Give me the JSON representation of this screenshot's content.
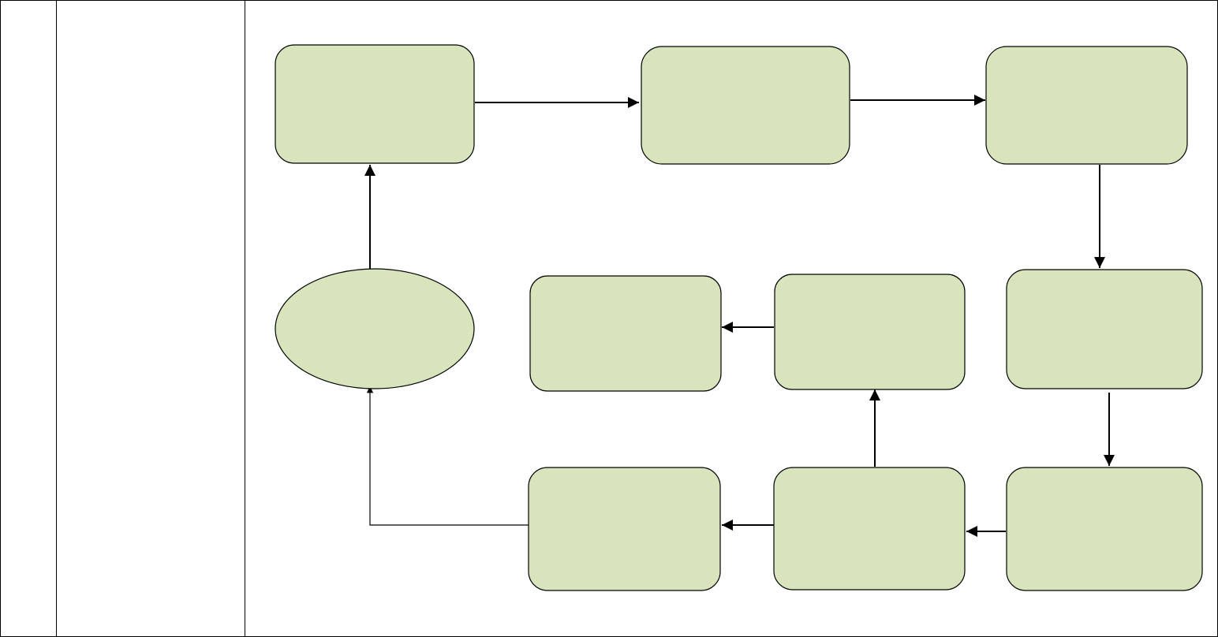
{
  "table": {
    "columns": [
      {
        "id": "col-1",
        "text": ""
      },
      {
        "id": "col-2",
        "text": ""
      },
      {
        "id": "col-3",
        "text": ""
      }
    ]
  },
  "diagram": {
    "type": "flowchart",
    "node_fill": "#d8e4bc",
    "node_stroke": "#000000",
    "edge_color": "#000000",
    "nodes": [
      {
        "id": "n1",
        "shape": "rounded-rect",
        "label": ""
      },
      {
        "id": "n2",
        "shape": "rounded-rect",
        "label": ""
      },
      {
        "id": "n3",
        "shape": "rounded-rect",
        "label": ""
      },
      {
        "id": "n4",
        "shape": "rounded-rect",
        "label": ""
      },
      {
        "id": "n5",
        "shape": "rounded-rect",
        "label": ""
      },
      {
        "id": "n6",
        "shape": "rounded-rect",
        "label": ""
      },
      {
        "id": "n7",
        "shape": "rounded-rect",
        "label": ""
      },
      {
        "id": "n8",
        "shape": "rounded-rect",
        "label": ""
      },
      {
        "id": "n9",
        "shape": "rounded-rect",
        "label": ""
      },
      {
        "id": "n10",
        "shape": "ellipse",
        "label": ""
      }
    ],
    "edges": [
      {
        "from": "n1",
        "to": "n2"
      },
      {
        "from": "n2",
        "to": "n3"
      },
      {
        "from": "n3",
        "to": "n4"
      },
      {
        "from": "n4",
        "to": "n5"
      },
      {
        "from": "n5",
        "to": "n6"
      },
      {
        "from": "n6",
        "to": "n7"
      },
      {
        "from": "n6",
        "to": "n9"
      },
      {
        "from": "n9",
        "to": "n8"
      },
      {
        "from": "n7",
        "to": "n10"
      },
      {
        "from": "n10",
        "to": "n1"
      }
    ]
  }
}
